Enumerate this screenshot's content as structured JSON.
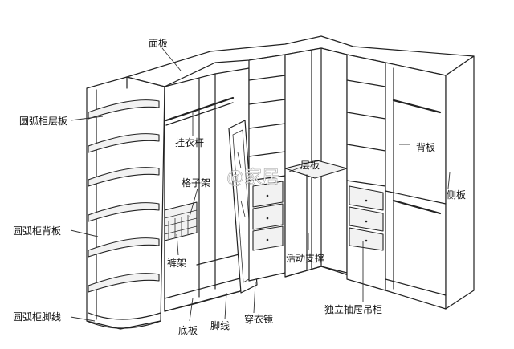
{
  "labels": {
    "mianban": "面板",
    "arc_shelf": "圆弧柜层板",
    "hanging_rod": "挂衣杆",
    "grid_rack": "格子架",
    "arc_back": "圆弧柜背板",
    "trouser_rack": "裤架",
    "arc_skirting": "圆弧柜脚线",
    "bottom_board": "底板",
    "skirting": "脚线",
    "mirror": "穿衣镜",
    "shelf": "层板",
    "divider": "活动支撑",
    "drawer_unit": "独立抽屉吊柜",
    "back_board": "背板",
    "side_board": "侧板"
  },
  "watermark": "@家居"
}
